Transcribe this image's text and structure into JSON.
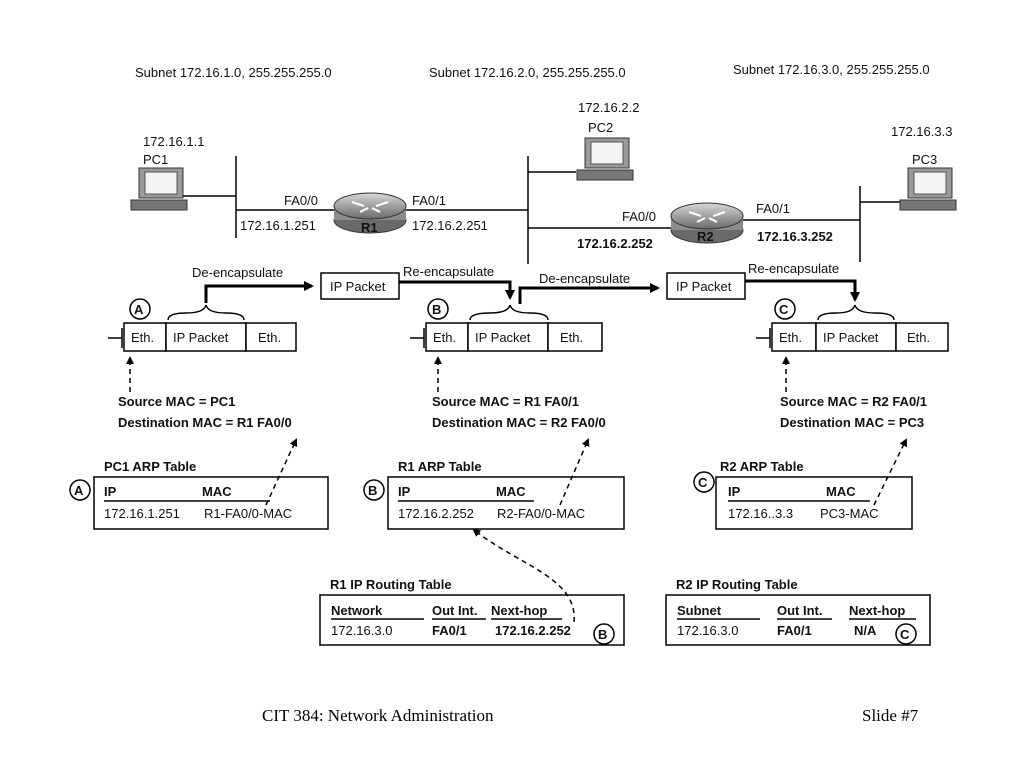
{
  "subnets": [
    "Subnet 172.16.1.0, 255.255.255.0",
    "Subnet 172.16.2.0, 255.255.255.0",
    "Subnet 172.16.3.0, 255.255.255.0"
  ],
  "hosts": {
    "pc1": {
      "name": "PC1",
      "ip": "172.16.1.1"
    },
    "pc2": {
      "name": "PC2",
      "ip": "172.16.2.2"
    },
    "pc3": {
      "name": "PC3",
      "ip": "172.16.3.3"
    }
  },
  "routers": {
    "r1": {
      "name": "R1",
      "left_if": "FA0/0",
      "left_ip": "172.16.1.251",
      "right_if": "FA0/1",
      "right_ip": "172.16.2.251"
    },
    "r2": {
      "name": "R2",
      "left_if": "FA0/0",
      "left_ip": "172.16.2.252",
      "right_if": "FA0/1",
      "right_ip": "172.16.3.252"
    }
  },
  "process": {
    "deencap": "De-encapsulate",
    "reencap": "Re-encapsulate",
    "ip_packet": "IP Packet",
    "eth": "Eth."
  },
  "markers": {
    "a": "A",
    "b": "B",
    "c": "C"
  },
  "frames": {
    "a": {
      "src": "Source MAC = PC1",
      "dst": "Destination MAC = R1 FA0/0"
    },
    "b": {
      "src": "Source MAC = R1 FA0/1",
      "dst": "Destination MAC = R2 FA0/0"
    },
    "c": {
      "src": "Source MAC = R2 FA0/1",
      "dst": "Destination MAC = PC3"
    }
  },
  "arp_tables": {
    "pc1": {
      "title": "PC1 ARP Table",
      "col_ip": "IP",
      "col_mac": "MAC",
      "ip": "172.16.1.251",
      "mac": "R1-FA0/0-MAC"
    },
    "r1": {
      "title": "R1 ARP Table",
      "col_ip": "IP",
      "col_mac": "MAC",
      "ip": "172.16.2.252",
      "mac": "R2-FA0/0-MAC"
    },
    "r2": {
      "title": "R2 ARP Table",
      "col_ip": "IP",
      "col_mac": "MAC",
      "ip": "172.16..3.3",
      "mac": "PC3-MAC"
    }
  },
  "routing_tables": {
    "r1": {
      "title": "R1 IP Routing Table",
      "col_net": "Network",
      "col_out": "Out Int.",
      "col_hop": "Next-hop",
      "net": "172.16.3.0",
      "out": "FA0/1",
      "hop": "172.16.2.252"
    },
    "r2": {
      "title": "R2 IP Routing Table",
      "col_net": "Subnet",
      "col_out": "Out Int.",
      "col_hop": "Next-hop",
      "net": "172.16.3.0",
      "out": "FA0/1",
      "hop": "N/A"
    }
  },
  "footer": {
    "left": "CIT 384: Network Administration",
    "right": "Slide #7"
  }
}
